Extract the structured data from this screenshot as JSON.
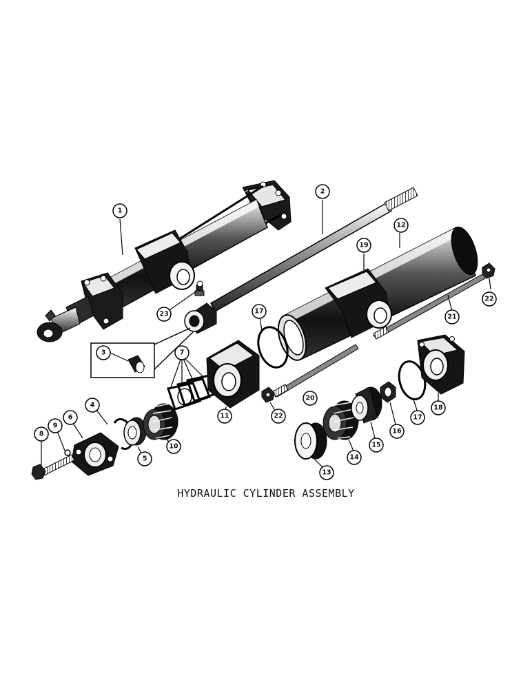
{
  "caption": "HYDRAULIC CYLINDER ASSEMBLY",
  "callouts": {
    "c1": "1",
    "c2": "2",
    "c3": "3",
    "c4": "4",
    "c5": "5",
    "c6": "6",
    "c7": "7",
    "c8": "8",
    "c9": "9",
    "c10": "10",
    "c11": "11",
    "c12": "12",
    "c13": "13",
    "c14": "14",
    "c15": "15",
    "c16": "16",
    "c17a": "17",
    "c17b": "17",
    "c18": "18",
    "c19": "19",
    "c20": "20",
    "c21": "21",
    "c22a": "22",
    "c22b": "22",
    "c23": "23"
  }
}
